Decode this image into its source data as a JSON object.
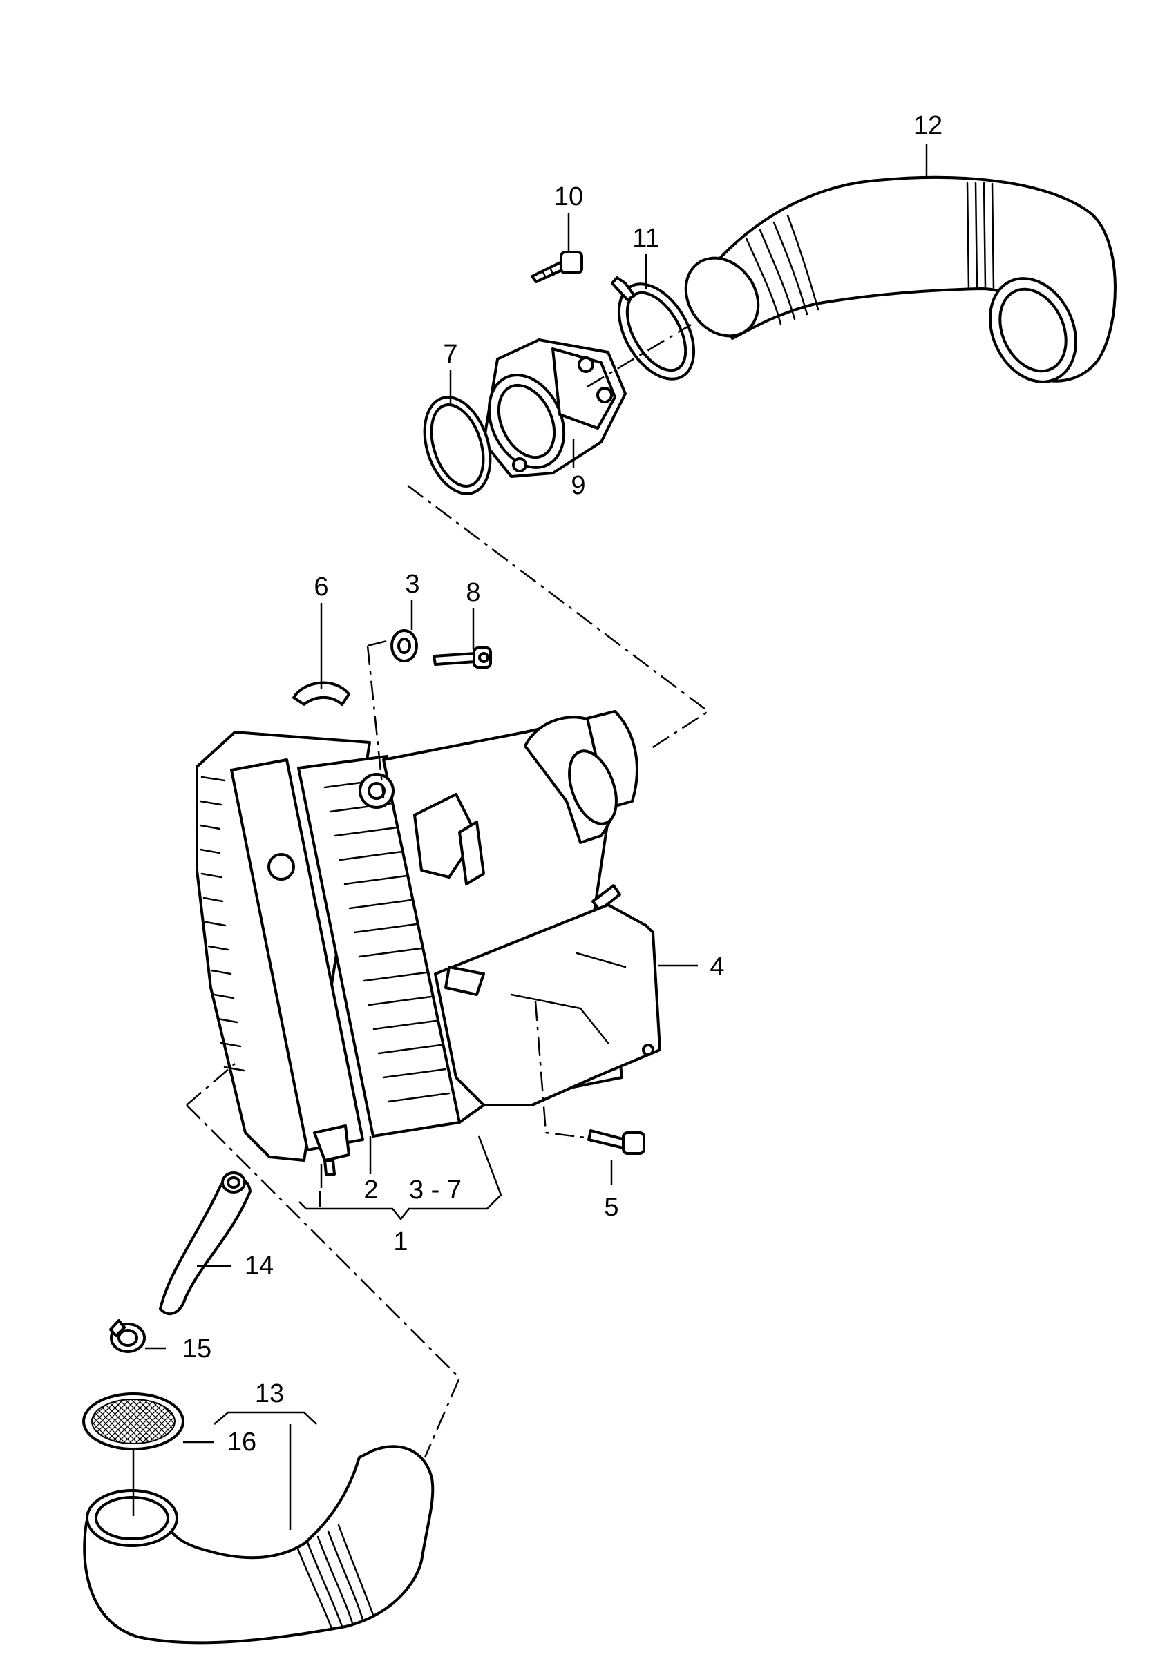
{
  "callouts": [
    {
      "id": "1",
      "text": "1"
    },
    {
      "id": "2",
      "text": "2"
    },
    {
      "id": "3",
      "text": "3"
    },
    {
      "id": "3-7",
      "text": "3 - 7"
    },
    {
      "id": "4",
      "text": "4"
    },
    {
      "id": "5",
      "text": "5"
    },
    {
      "id": "6",
      "text": "6"
    },
    {
      "id": "7",
      "text": "7"
    },
    {
      "id": "8",
      "text": "8"
    },
    {
      "id": "9",
      "text": "9"
    },
    {
      "id": "10",
      "text": "10"
    },
    {
      "id": "11",
      "text": "11"
    },
    {
      "id": "12",
      "text": "12"
    },
    {
      "id": "13",
      "text": "13"
    },
    {
      "id": "14",
      "text": "14"
    },
    {
      "id": "15",
      "text": "15"
    },
    {
      "id": "16",
      "text": "16"
    }
  ]
}
